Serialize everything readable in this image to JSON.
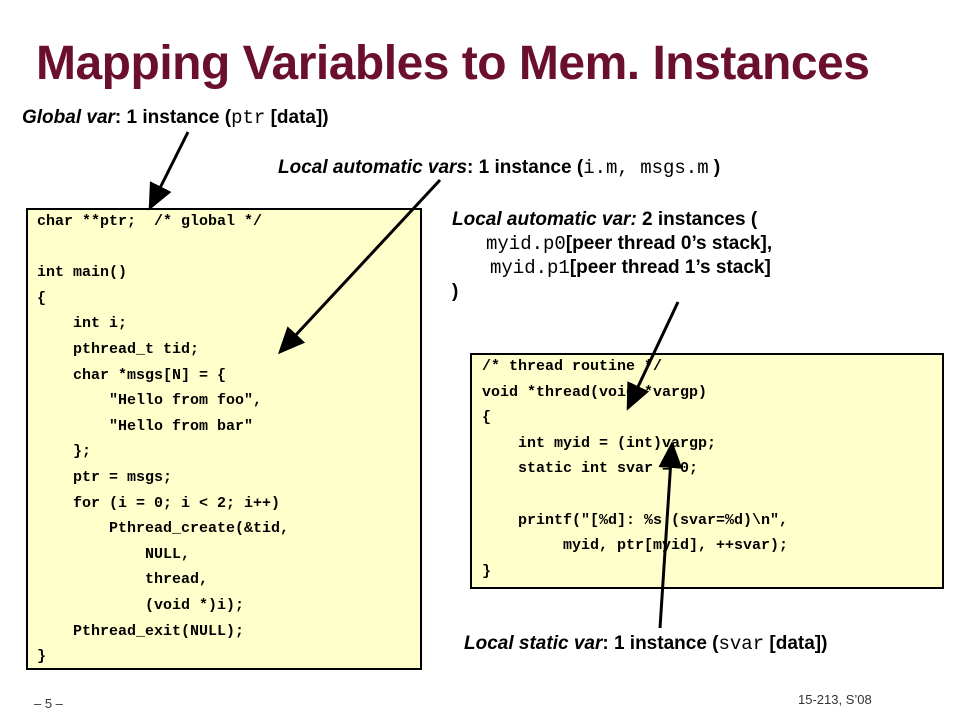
{
  "title": "Mapping Variables to Mem. Instances",
  "annotations": {
    "global": {
      "italic": "Global var",
      "rest_pre": ": 1 instance (",
      "code": "ptr",
      "rest_post": " [data])"
    },
    "local_auto": {
      "italic": "Local automatic vars",
      "rest_pre": ": 1 instance (",
      "code": "i.m, msgs.m",
      "rest_post": " )"
    },
    "local_auto2": {
      "italic": "Local automatic var:",
      "rest": " 2 instances (",
      "code1": "myid.p0",
      "text1": "[peer thread 0’s stack],",
      "code2": "myid.p1",
      "text2": "[peer thread 1’s stack]",
      "close": ")"
    },
    "local_static": {
      "italic": "Local static var",
      "rest_pre": ": 1 instance (",
      "code": "svar",
      "rest_post": " [data])"
    }
  },
  "main_code": [
    "char **ptr;  /* global */",
    "",
    "int main()",
    "{",
    "    int i;",
    "    pthread_t tid;",
    "    char *msgs[N] = {",
    "        \"Hello from foo\",",
    "        \"Hello from bar\"",
    "    };",
    "    ptr = msgs;",
    "    for (i = 0; i < 2; i++)",
    "        Pthread_create(&tid,",
    "            NULL,",
    "            thread,",
    "            (void *)i);",
    "    Pthread_exit(NULL);",
    "}"
  ],
  "thread_code": [
    "/* thread routine */",
    "void *thread(void *vargp)",
    "{",
    "    int myid = (int)vargp;",
    "    static int svar = 0;",
    "",
    "    printf(\"[%d]: %s (svar=%d)\\n\",",
    "         myid, ptr[myid], ++svar);",
    "}"
  ],
  "footer": {
    "page": "– 5 –",
    "course": "15-213, S’08"
  }
}
